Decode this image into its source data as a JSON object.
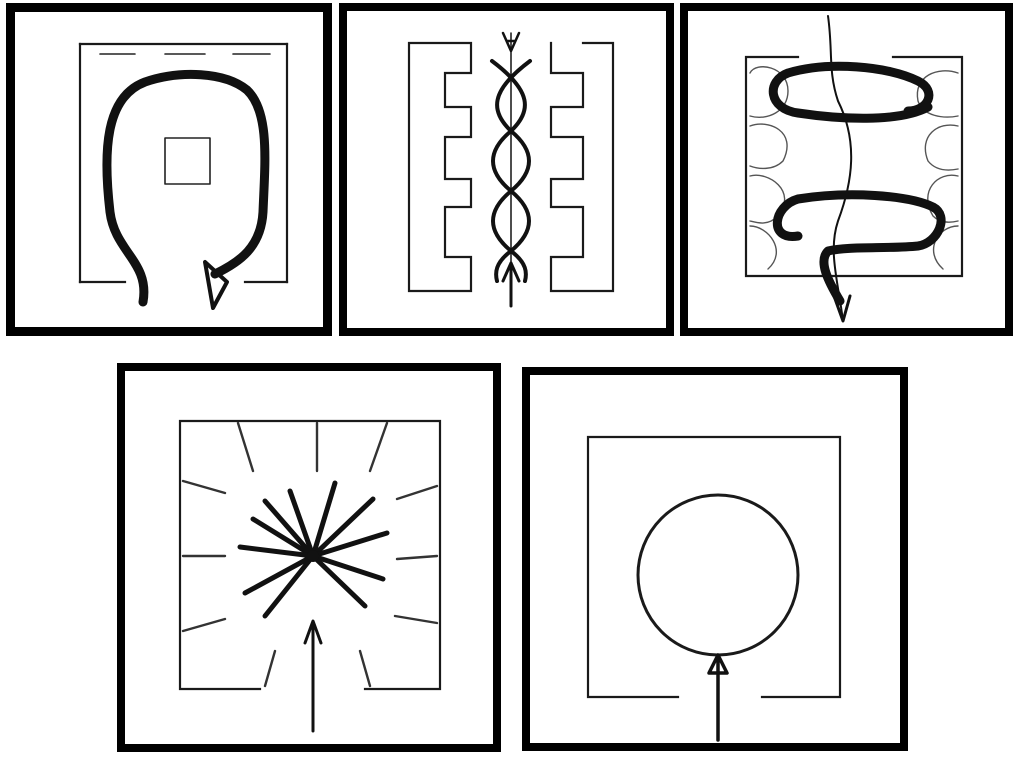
{
  "figure": {
    "panels": [
      {
        "id": "p1",
        "pattern": "loop-around-central-obstacle",
        "has_text": false
      },
      {
        "id": "p2",
        "pattern": "braided-central-channel-between-comb-walls",
        "has_text": false
      },
      {
        "id": "p3",
        "pattern": "serpentine-path-through-rounded-bays",
        "has_text": false
      },
      {
        "id": "p4",
        "pattern": "radial-burst-from-center",
        "has_text": false
      },
      {
        "id": "p5",
        "pattern": "single-circular-loop",
        "has_text": false
      }
    ],
    "colors": {
      "ink": "#111111",
      "frame": "#000000",
      "background": "#ffffff"
    }
  }
}
